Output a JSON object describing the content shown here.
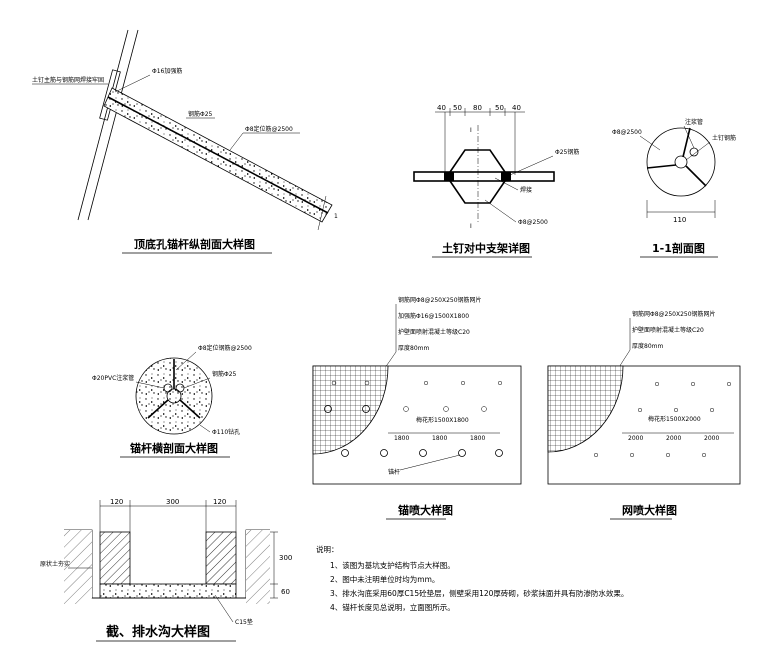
{
  "drawing_titles": {
    "anchor_rod_longitudinal": "顶底孔锚杆纵剖面大样图",
    "soil_nail_support": "土钉对中支架详图",
    "section_1_1": "1-1剖面图",
    "anchor_section": "锚杆横剖面大样图",
    "shotcrete_detail": "锚喷大样图",
    "mesh_detail": "网喷大样图",
    "drainage_ditch": "截、排水沟大样图"
  },
  "labels": {
    "rod_label": "土钉主筋与钢筋网焊接牢固",
    "rod_bar16": "Φ16加强筋",
    "rod_bar25": "钢筋Φ25",
    "rod_support": "Φ8定位筋@2500",
    "rod_cut": "1",
    "support_bar": "Φ25钢筋",
    "support_weld": "焊接",
    "support_ring": "Φ8@2500",
    "sec_bar": "Φ8@2500",
    "sec_grout": "注浆管",
    "sec_rod": "土钉钢筋",
    "cross_support": "Φ8定位钢筋@2500",
    "cross_pvc": "Φ20PVC注浆管",
    "cross_bar": "钢筋Φ25",
    "cross_hole": "Φ110钻孔",
    "ditch_left": "原状土夯实",
    "ditch_c15": "C15垫"
  },
  "dimensions": {
    "support_top": [
      "40",
      "50",
      "80",
      "50",
      "40"
    ],
    "support_cut_top": "I",
    "support_cut_bottom": "I",
    "sec_width": "110",
    "shotcrete_spacing": [
      "1800",
      "1800",
      "1800"
    ],
    "shotcrete_row": "梅花形1500X1800",
    "mesh_spacing": [
      "2000",
      "2000",
      "2000"
    ],
    "mesh_row": "梅花形1500X2000",
    "ditch_top": [
      "120",
      "300",
      "120"
    ],
    "ditch_depth": "300",
    "ditch_base": "60"
  },
  "shotcrete_notes": [
    "钢筋网Φ8@250X250钢筋网片",
    "加强筋Φ16@1500X1800",
    "护壁面喷射混凝土等级C20",
    "厚度80mm"
  ],
  "mesh_notes": [
    "钢筋网Φ8@250X250钢筋网片",
    "护壁面喷射混凝土等级C20",
    "厚度80mm"
  ],
  "shotcrete_bottom_label": "锚杆",
  "notes": {
    "heading": "说明：",
    "items": [
      "1、该图为基坑支护结构节点大样图。",
      "2、图中未注明单位时均为mm。",
      "3、排水沟底采用60厚C15砼垫层，侧壁采用120厚砖砌，砂浆抹面并具有防渗防水效果。",
      "4、锚杆长度见总说明，立面图所示。"
    ]
  }
}
